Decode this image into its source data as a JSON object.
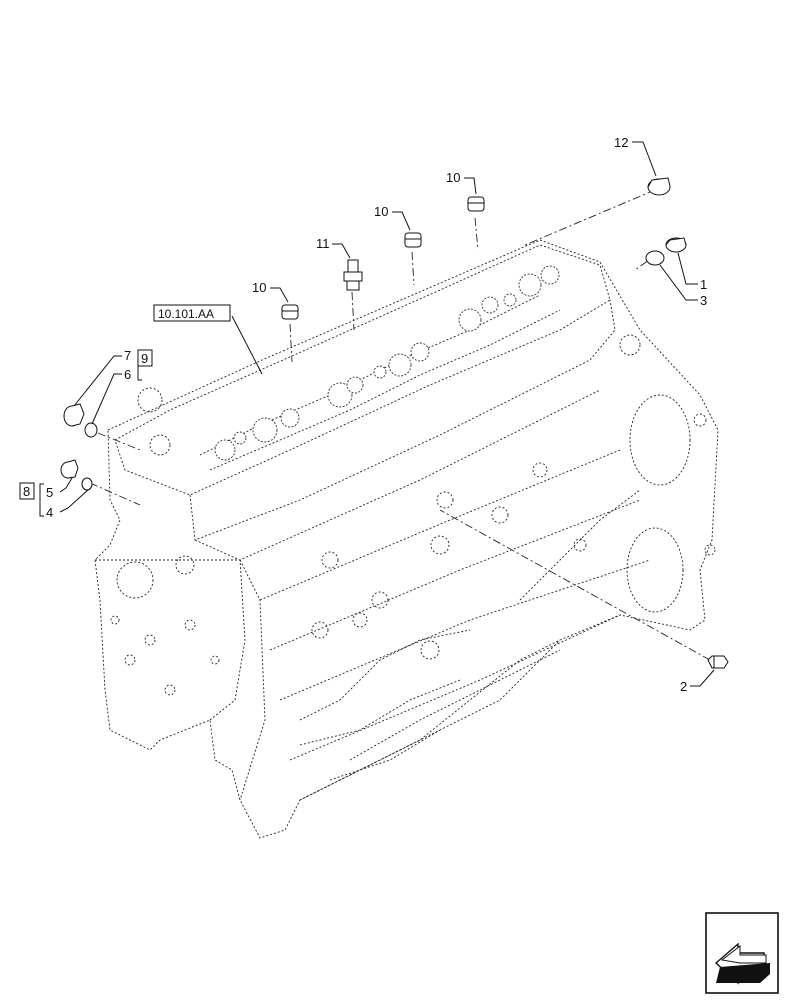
{
  "reference_label": "10.101.AA",
  "callouts": {
    "c1": "1",
    "c2": "2",
    "c3": "3",
    "c4": "4",
    "c5": "5",
    "c6": "6",
    "c7": "7",
    "c8": "8",
    "c9": "9",
    "c10a": "10",
    "c10b": "10",
    "c10c": "10",
    "c11": "11",
    "c12": "12"
  },
  "nav_icon": "next-page-arrow-icon"
}
